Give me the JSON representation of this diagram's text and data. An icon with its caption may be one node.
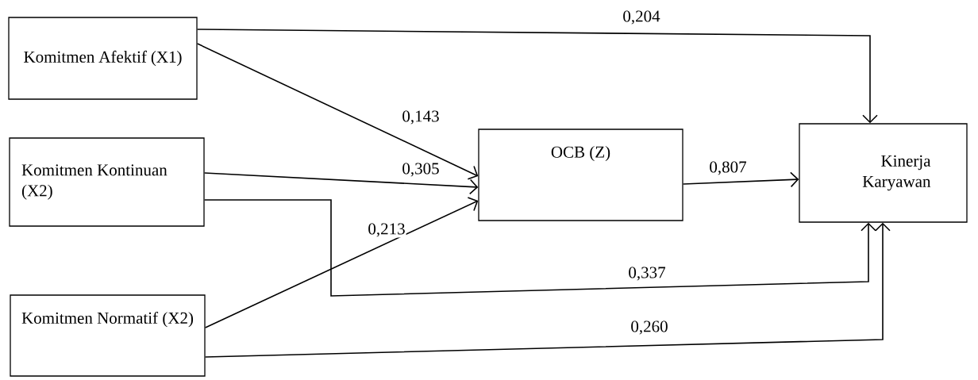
{
  "diagram": {
    "nodes": [
      {
        "text": [
          "Komitmen Afektif (X1)"
        ]
      },
      {
        "text": [
          "Komitmen Kontinuan (X2)"
        ]
      },
      {
        "text": [
          "Komitmen Normatif (X2)"
        ]
      },
      {
        "text": [
          "OCB  (Z)"
        ]
      },
      {
        "text": [
          "Kinerja Karyawan"
        ]
      }
    ],
    "edges": [
      {
        "from": 0,
        "to": 4,
        "arrow": "to",
        "label": "0,204"
      },
      {
        "from": 0,
        "to": 3,
        "arrow": "to",
        "label": "0,143"
      },
      {
        "from": 1,
        "to": 3,
        "arrow": "to",
        "label": "0,305"
      },
      {
        "from": 2,
        "to": 3,
        "arrow": "to",
        "label": "0,213"
      },
      {
        "from": 3,
        "to": 4,
        "arrow": "to",
        "label": "0,807"
      },
      {
        "from": 1,
        "to": 4,
        "arrow": "to",
        "label": "0,337"
      },
      {
        "from": 2,
        "to": 4,
        "arrow": "to",
        "label": "0,260"
      }
    ]
  }
}
